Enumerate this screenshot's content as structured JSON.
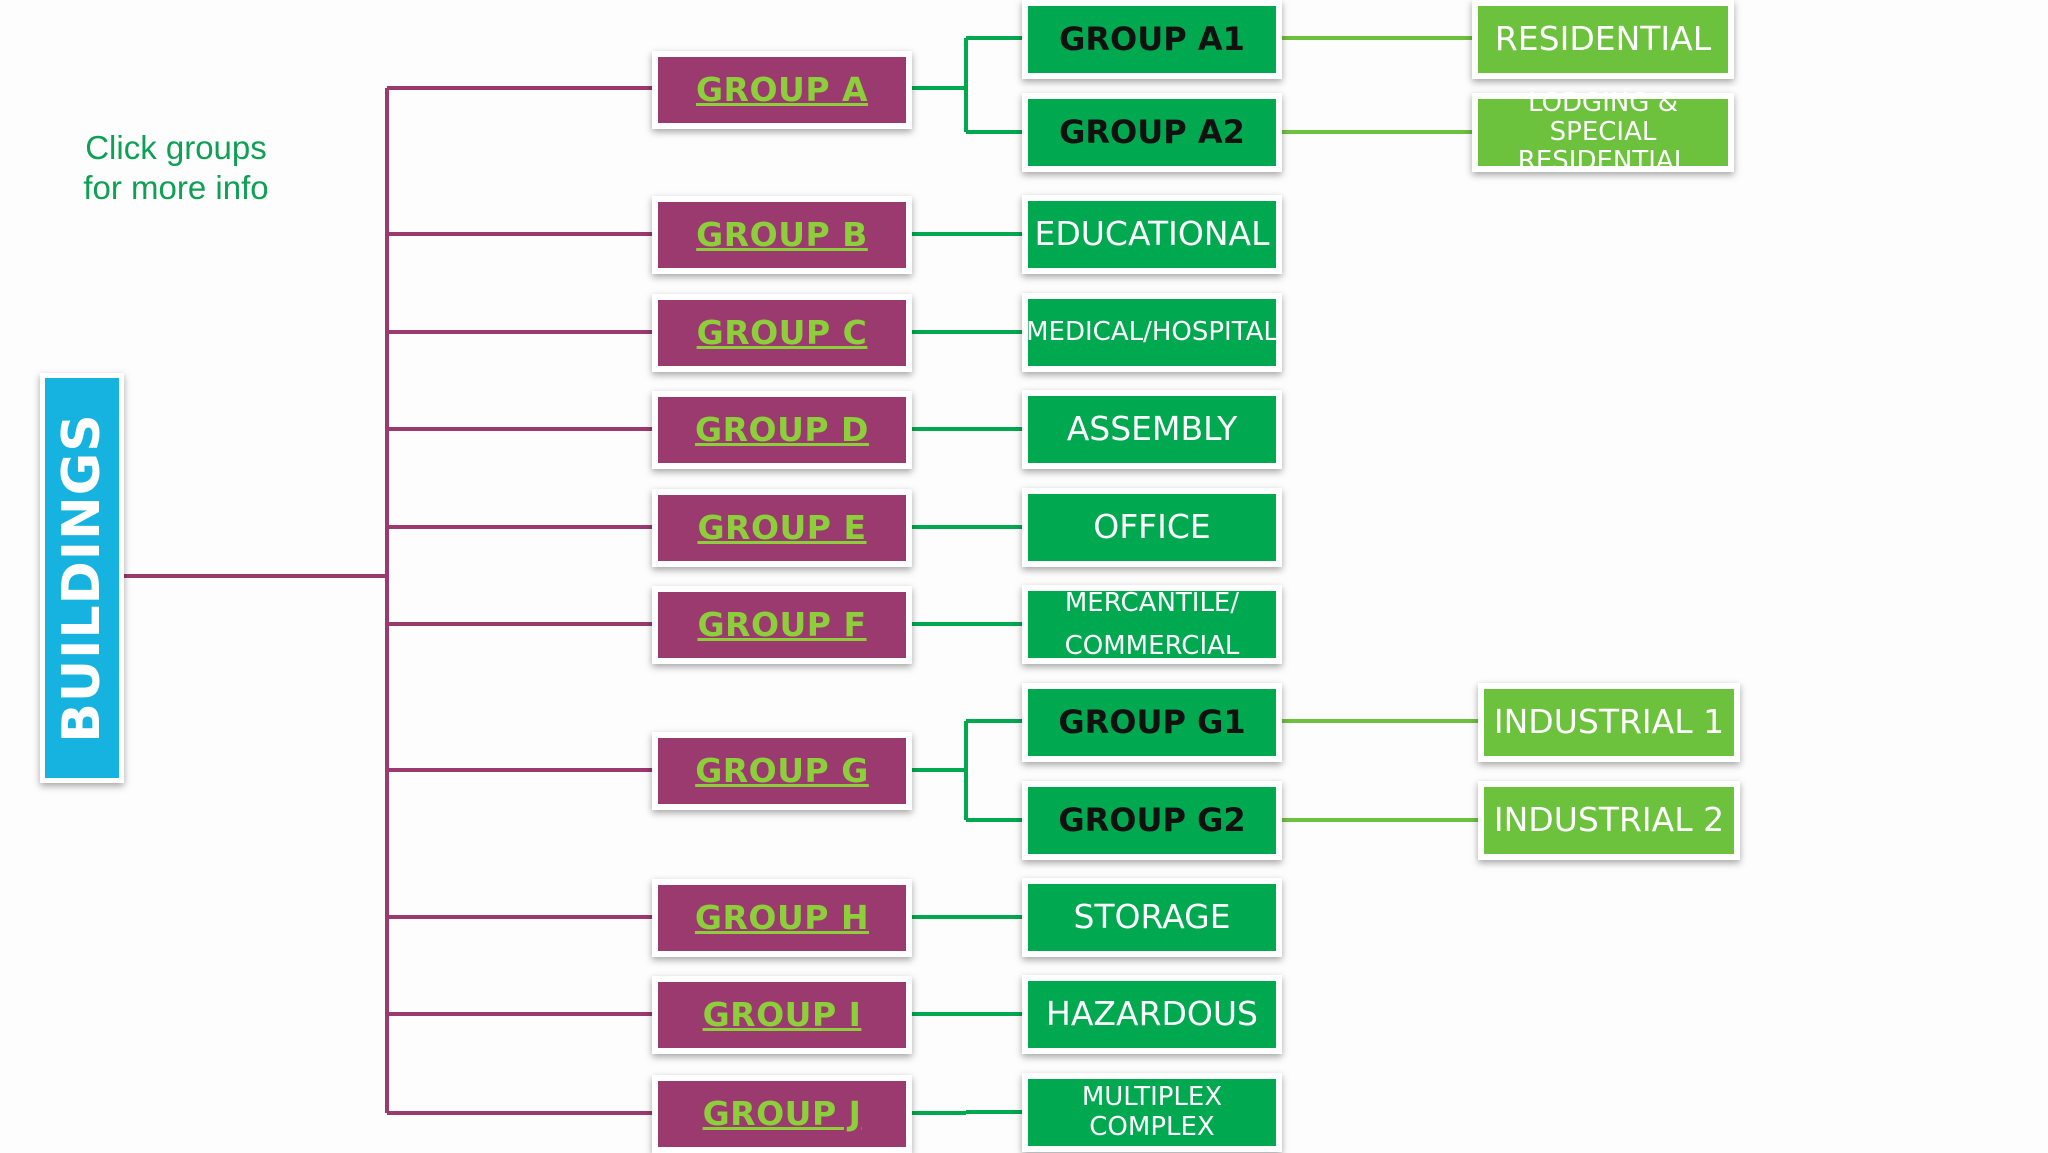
{
  "hint": {
    "line1": "Click groups",
    "line2": "for more info"
  },
  "root": {
    "label": "BUILDINGS"
  },
  "groups": [
    {
      "label": "GROUP A"
    },
    {
      "label": "GROUP B"
    },
    {
      "label": "GROUP C"
    },
    {
      "label": "GROUP D"
    },
    {
      "label": "GROUP E"
    },
    {
      "label": "GROUP F"
    },
    {
      "label": "GROUP G"
    },
    {
      "label": "GROUP H"
    },
    {
      "label": "GROUP I"
    },
    {
      "label": "GROUP J"
    }
  ],
  "uses": [
    {
      "label": "EDUCATIONAL"
    },
    {
      "label": "MEDICAL/HOSPITAL"
    },
    {
      "label": "ASSEMBLY"
    },
    {
      "label": "OFFICE"
    },
    {
      "line1": "MERCANTILE/",
      "line2": "COMMERCIAL"
    },
    {
      "label": "STORAGE"
    },
    {
      "label": "HAZARDOUS"
    },
    {
      "line1": "MULTIPLEX",
      "line2": "COMPLEX"
    }
  ],
  "subgroups": [
    {
      "label": "GROUP A1"
    },
    {
      "label": "GROUP A2"
    },
    {
      "label": "GROUP G1"
    },
    {
      "label": "GROUP G2"
    }
  ],
  "subuses": [
    {
      "label": "RESIDENTIAL"
    },
    {
      "line1": "LODGING & SPECIAL",
      "line2": "RESIDENTIAL"
    },
    {
      "label": "INDUSTRIAL 1"
    },
    {
      "label": "INDUSTRIAL 2"
    }
  ],
  "colors": {
    "root": "#16b3e0",
    "group_box": "#9b3a6e",
    "group_text": "#8ccf3a",
    "use_box": "#00a84f",
    "subuse_box": "#6cc13d",
    "trunk_line": "#9b3a6e",
    "branch_line": "#00a84f",
    "subuse_line": "#6cc13d",
    "hint_text": "#0f9f55"
  }
}
